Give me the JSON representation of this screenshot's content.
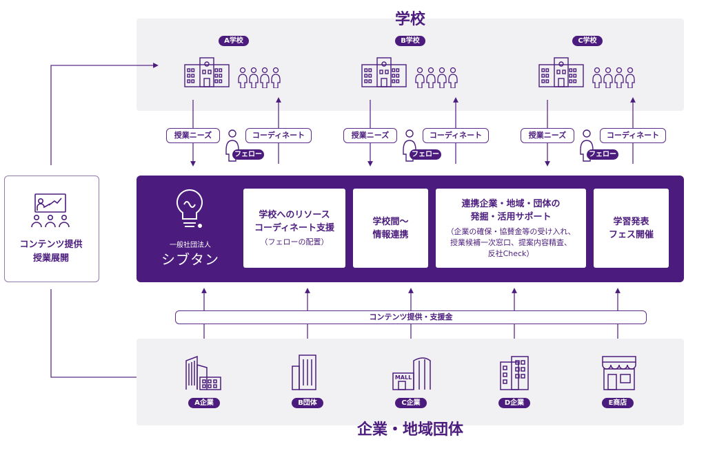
{
  "header": {
    "title": "学校"
  },
  "footer": {
    "title": "企業・地域団体"
  },
  "schools": [
    {
      "label": "A学校"
    },
    {
      "label": "B学校"
    },
    {
      "label": "C学校"
    }
  ],
  "flows": {
    "needs": "授業ニーズ",
    "coordinate": "コーディネート",
    "fellow": "フェロー"
  },
  "left": {
    "line1": "コンテンツ提供",
    "line2": "授業展開"
  },
  "org": {
    "caption": "一般社団法人",
    "name": "シブタン"
  },
  "cards": [
    {
      "title": [
        "学校へのリソース",
        "コーディネート支援"
      ],
      "sub": [
        "（フェローの配置）"
      ]
    },
    {
      "title": [
        "学校間〜",
        "情報連携"
      ],
      "sub": []
    },
    {
      "title": [
        "連携企業・地域・団体の",
        "発掘・活用サポート"
      ],
      "sub": [
        "（企業の確保・協賛金等の受け入れ、",
        "授業候補一次窓口、提案内容精査、",
        "反社Check）"
      ]
    },
    {
      "title": [
        "学習発表",
        "フェス開催"
      ],
      "sub": []
    }
  ],
  "support_bar": "コンテンツ提供・支援金",
  "companies": [
    {
      "label": "A企業",
      "icon": "office-buildings-icon"
    },
    {
      "label": "B団体",
      "icon": "tall-building-icon"
    },
    {
      "label": "C企業",
      "icon": "mall-icon",
      "sign": "MALL"
    },
    {
      "label": "D企業",
      "icon": "apartment-building-icon"
    },
    {
      "label": "E商店",
      "icon": "shop-icon"
    }
  ],
  "colors": {
    "brand": "#4b1c7d",
    "panel": "#f1f0f3",
    "line": "#5b2a8a"
  }
}
